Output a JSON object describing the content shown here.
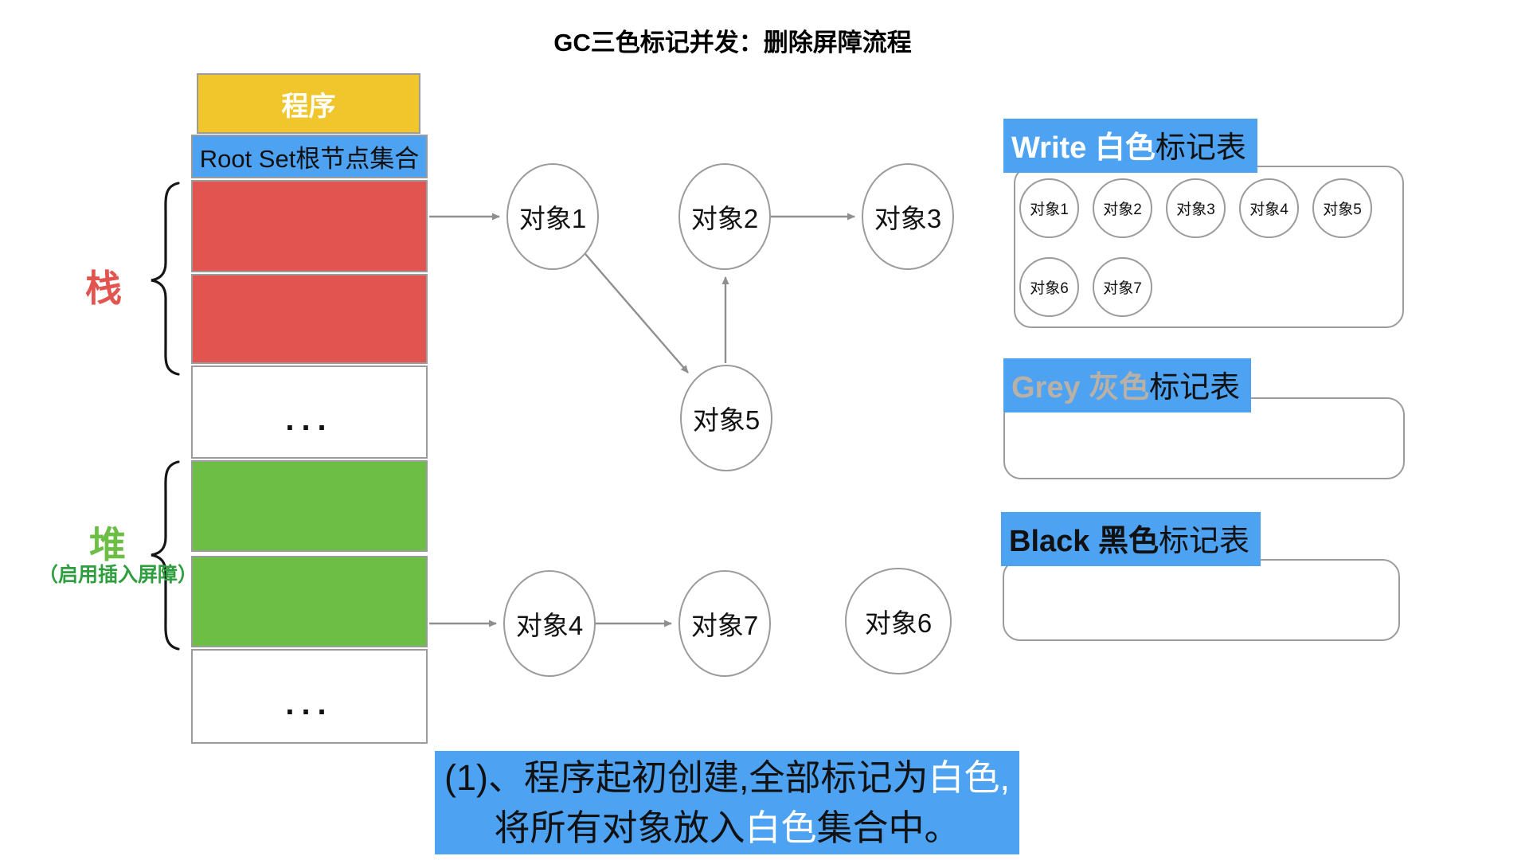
{
  "title": "GC三色标记并发：删除屏障流程",
  "memory": {
    "program": "程序",
    "root_set": "Root Set根节点集合",
    "stack_label": "栈",
    "heap_label": "堆",
    "heap_note": "（启用插入屏障）",
    "ellipsis1": "...",
    "ellipsis2": "..."
  },
  "nodes": {
    "obj1": "对象1",
    "obj2": "对象2",
    "obj3": "对象3",
    "obj4": "对象4",
    "obj5": "对象5",
    "obj6": "对象6",
    "obj7": "对象7"
  },
  "white_table": {
    "title_highlight": "Write 白色",
    "title_rest": "标记表",
    "items": [
      "对象1",
      "对象2",
      "对象3",
      "对象4",
      "对象5",
      "对象6",
      "对象7"
    ]
  },
  "grey_table": {
    "title_highlight": "Grey 灰色",
    "title_rest": "标记表",
    "items": []
  },
  "black_table": {
    "title_highlight": "Black 黑色",
    "title_rest": "标记表",
    "items": []
  },
  "caption": {
    "line1_pre": "(1)、程序起初创建,全部标记为",
    "line1_mark": "白色,",
    "line2_pre": "将所有对象放入",
    "line2_mark": "白色",
    "line2_post": "集合中。"
  },
  "colors": {
    "blue": "#4da2f2",
    "yellow": "#f0c62c",
    "red": "#e25450",
    "green": "#6cbe45",
    "dark_green": "#2e9e3f",
    "grey_highlight": "#b9b1a6",
    "border_grey": "#9b9b9b",
    "arrow_grey": "#8f8f8f"
  }
}
